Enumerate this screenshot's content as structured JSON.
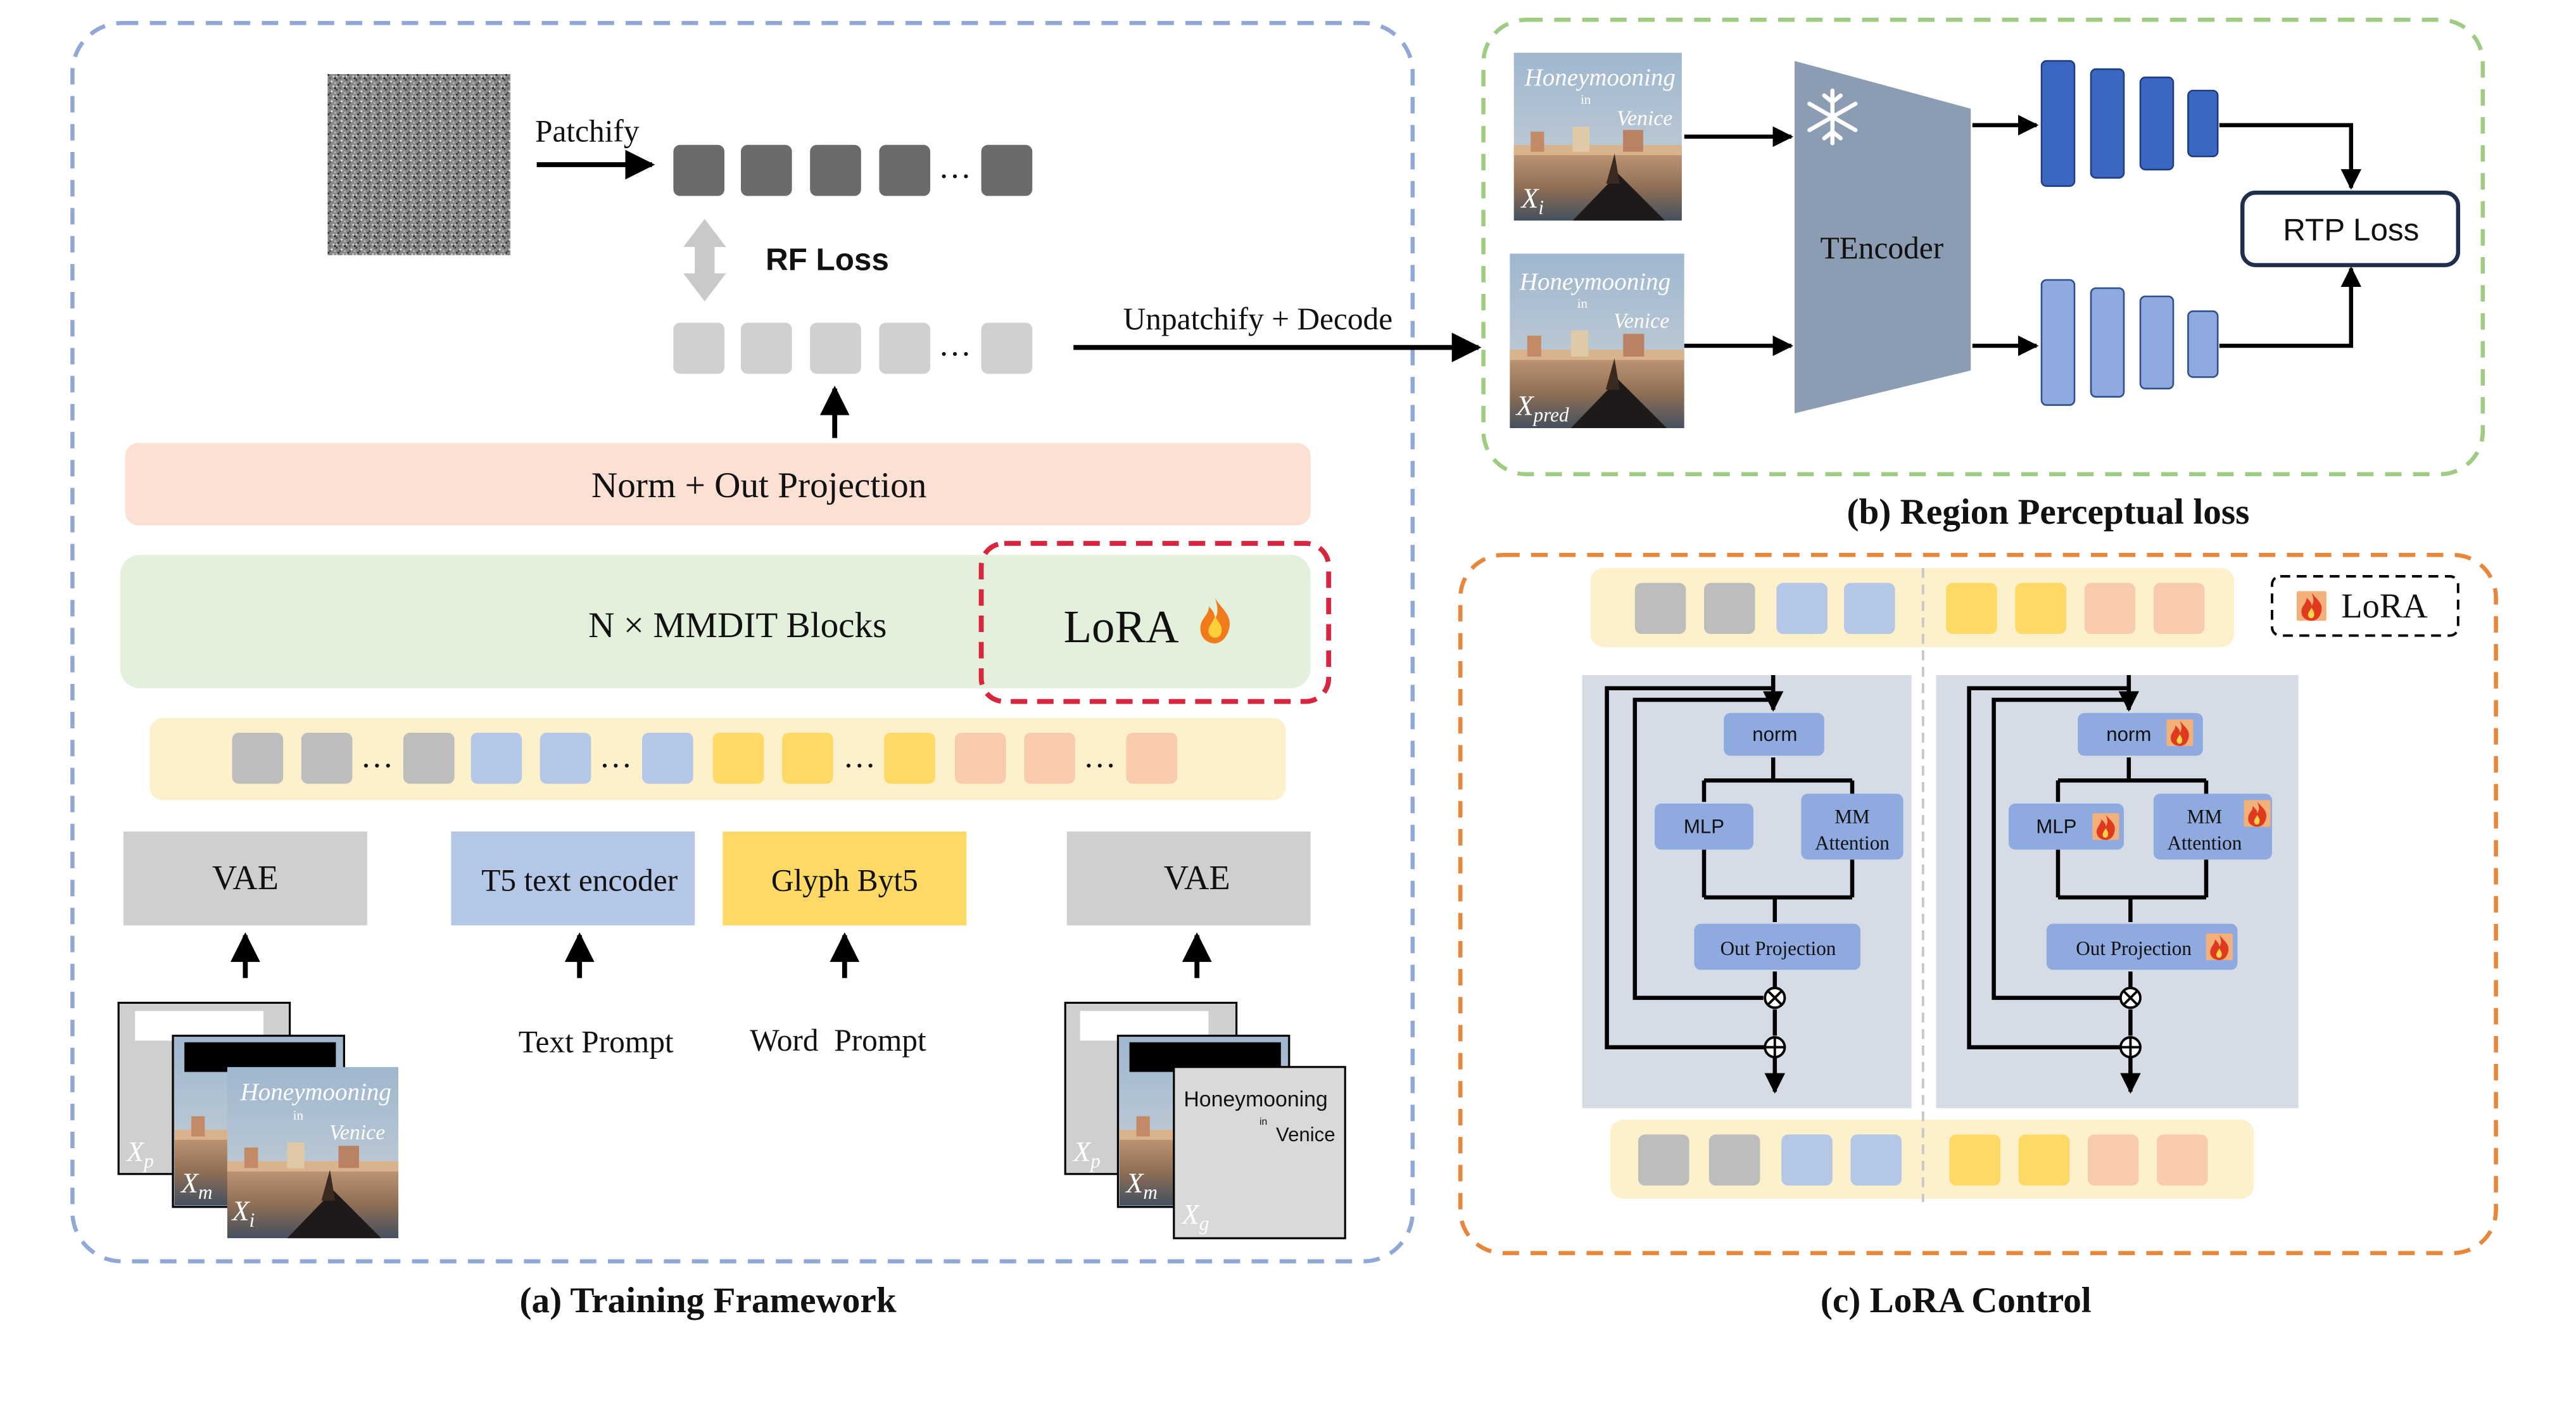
{
  "panel_a": {
    "caption": "(a) Training Framework",
    "patchify": "Patchify",
    "rf_loss": "RF Loss",
    "ellipsis": "…",
    "norm_out_projection": "Norm + Out Projection",
    "mmdit_blocks": "N × MMDIT Blocks",
    "lora": "LoRA",
    "vae_left": "VAE",
    "t5_encoder": "T5 text encoder",
    "glyph_byt5": "Glyph Byt5",
    "vae_right": "VAE",
    "text_prompt": "Text Prompt",
    "word_prompt": "Word  Prompt",
    "image_labels": {
      "xp": "X",
      "xp_sub": "p",
      "xm": "X",
      "xm_sub": "m",
      "xi": "X",
      "xi_sub": "i",
      "xg": "X",
      "xg_sub": "g"
    },
    "glyph_card": {
      "line1": "Honeymooning",
      "line2": "in",
      "line3": "Venice"
    }
  },
  "unpatchify_decode": "Unpatchify + Decode",
  "panel_b": {
    "caption": "(b) Region Perceptual loss",
    "tencoder": "TEncoder",
    "rtp_loss": "RTP Loss",
    "xi": "X",
    "xi_sub": "i",
    "xpred": "X",
    "xpred_sub": "pred"
  },
  "poster": {
    "line1": "Honeymooning",
    "line2": "in",
    "line3": "Venice"
  },
  "panel_c": {
    "caption": "(c) LoRA Control",
    "legend_lora": "LoRA",
    "norm": "norm",
    "mlp": "MLP",
    "mm_attention_1": "MM",
    "mm_attention_2": "Attention",
    "out_projection": "Out Projection"
  },
  "colors": {
    "panel_a_border": "#8fa8d6",
    "panel_b_border": "#9dcc82",
    "panel_c_border": "#e8873a",
    "lora_dash": "#d7263d",
    "norm_bar": "#fbe0d3",
    "mmdit_bar": "#e3f0dc",
    "token_bar": "#fdf1cc",
    "vae": "#cfcfcf",
    "t5": "#b4c7e7",
    "glyph": "#ffd966",
    "tencoder": "#8c9db3",
    "feature_dark": "#3b67c2",
    "feature_light": "#8eaadf",
    "block_bg": "#d6dce5",
    "block_node": "#8eaadf"
  }
}
